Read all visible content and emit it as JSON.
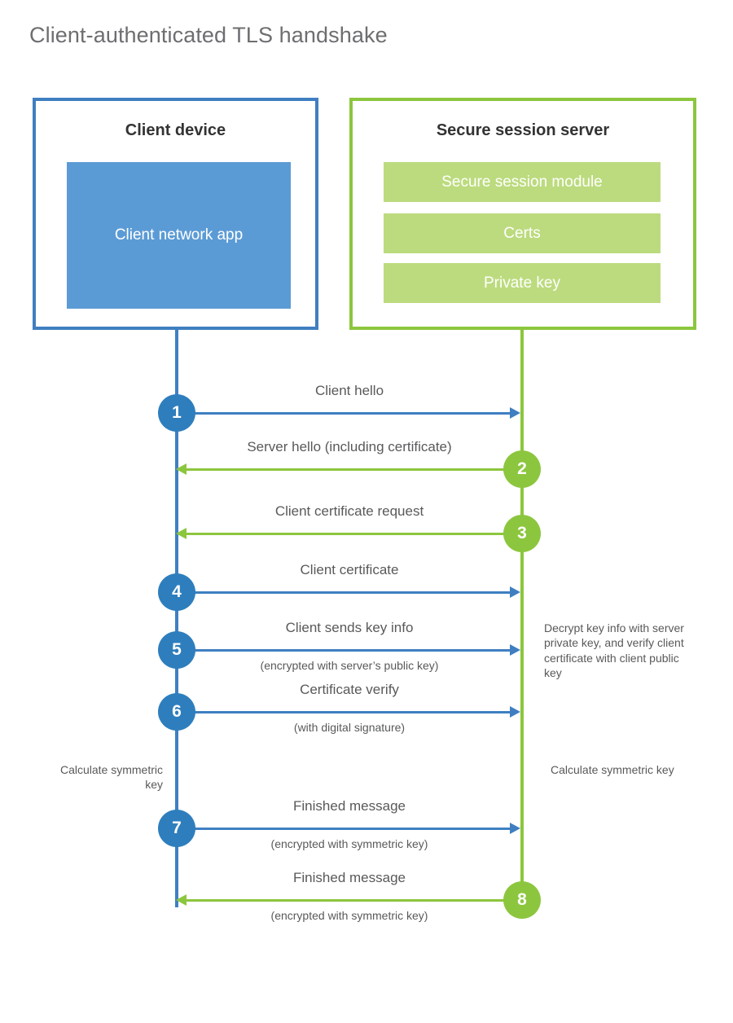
{
  "title": "Client-authenticated TLS handshake",
  "colors": {
    "blue_border": "#3f7fc1",
    "blue_fill": "#5b9bd5",
    "blue_circle": "#2e7ebd",
    "green_border": "#8cc63e",
    "green_fill": "#bcdb7e",
    "text": "#58595b",
    "title_text": "#6d6e71"
  },
  "participants": {
    "client": {
      "title": "Client device",
      "app_label": "Client network app"
    },
    "server": {
      "title": "Secure session server",
      "components": [
        "Secure session module",
        "Certs",
        "Private key"
      ]
    }
  },
  "messages": [
    {
      "step": "1",
      "label": "Client hello",
      "sublabel": "",
      "direction": "client-to-server",
      "color": "blue"
    },
    {
      "step": "2",
      "label": "Server hello (including certificate)",
      "sublabel": "",
      "direction": "server-to-client",
      "color": "green"
    },
    {
      "step": "3",
      "label": "Client certificate request",
      "sublabel": "",
      "direction": "server-to-client",
      "color": "green"
    },
    {
      "step": "4",
      "label": "Client certificate",
      "sublabel": "",
      "direction": "client-to-server",
      "color": "blue"
    },
    {
      "step": "5",
      "label": "Client sends key info",
      "sublabel": "(encrypted with server’s public key)",
      "direction": "client-to-server",
      "color": "blue"
    },
    {
      "step": "6",
      "label": "Certificate verify",
      "sublabel": "(with digital signature)",
      "direction": "client-to-server",
      "color": "blue"
    },
    {
      "step": "7",
      "label": "Finished message",
      "sublabel": "(encrypted with symmetric key)",
      "direction": "client-to-server",
      "color": "blue"
    },
    {
      "step": "8",
      "label": "Finished message",
      "sublabel": "(encrypted with symmetric key)",
      "direction": "server-to-client",
      "color": "green"
    }
  ],
  "annotations": {
    "server_decrypt_note": "Decrypt key info with server private key, and verify client certificate with client public key",
    "client_calculate_note": "Calculate symmetric key",
    "server_calculate_note": "Calculate symmetric key"
  }
}
